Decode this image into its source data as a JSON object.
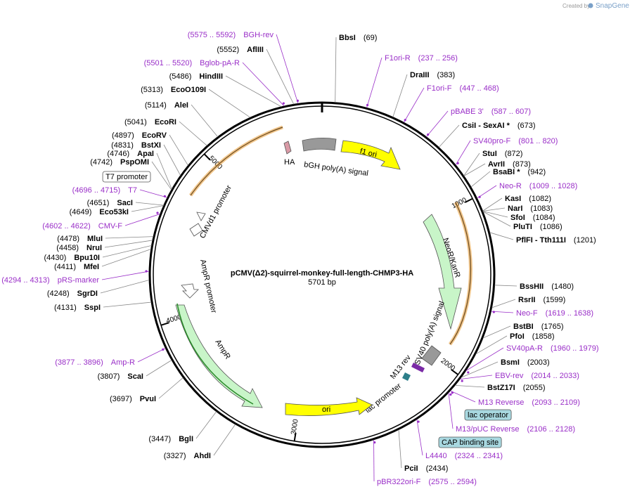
{
  "header": {
    "created_by": "Created by",
    "brand": "SnapGene"
  },
  "plasmid": {
    "name": "pCMV(Δ2)-squirrel-monkey-full-length-CHMP3-HA",
    "size": "5701 bp",
    "length": 5701
  },
  "ticks": [
    {
      "pos": 1000,
      "label": "1000"
    },
    {
      "pos": 2000,
      "label": "2000"
    },
    {
      "pos": 3000,
      "label": "3000"
    },
    {
      "pos": 4000,
      "label": "4000"
    },
    {
      "pos": 5000,
      "label": "5000"
    }
  ],
  "features": [
    {
      "id": "ha",
      "label": "HA"
    },
    {
      "id": "bgh",
      "label": "bGH poly(A) signal"
    },
    {
      "id": "f1ori",
      "label": "f1 ori"
    },
    {
      "id": "neor",
      "label": "NeoR/KanR"
    },
    {
      "id": "sv40pa",
      "label": "SV40 poly(A) signal"
    },
    {
      "id": "m13rev",
      "label": "M13 rev"
    },
    {
      "id": "lacprom",
      "label": "lac promoter"
    },
    {
      "id": "ori",
      "label": "ori"
    },
    {
      "id": "ampr",
      "label": "AmpR"
    },
    {
      "id": "amprprom",
      "label": "AmpR promoter"
    },
    {
      "id": "cmvd1",
      "label": "CMVd1 promoter"
    }
  ],
  "labels": [
    {
      "id": "bbsi",
      "name": "BbsI",
      "pos": "(69)",
      "kind": "enzyme"
    },
    {
      "id": "f1orir",
      "name": "F1ori-R",
      "pos": "(237 .. 256)",
      "kind": "primer"
    },
    {
      "id": "draiii",
      "name": "DraIII",
      "pos": "(383)",
      "kind": "enzyme"
    },
    {
      "id": "f1orif",
      "name": "F1ori-F",
      "pos": "(447 .. 468)",
      "kind": "primer"
    },
    {
      "id": "pbabe",
      "name": "pBABE 3'",
      "pos": "(587 .. 607)",
      "kind": "primer"
    },
    {
      "id": "csii",
      "name": "CsiI",
      "suffix": "- SexAI *",
      "pos": "(673)",
      "kind": "enzyme"
    },
    {
      "id": "sv40prof",
      "name": "SV40pro-F",
      "pos": "(801 .. 820)",
      "kind": "primer"
    },
    {
      "id": "stui",
      "name": "StuI",
      "pos": "(872)",
      "kind": "enzyme"
    },
    {
      "id": "avrii",
      "name": "AvrII",
      "pos": "(873)",
      "kind": "enzyme"
    },
    {
      "id": "bsabi",
      "name": "BsaBI *",
      "pos": "(942)",
      "kind": "enzyme"
    },
    {
      "id": "neor_p",
      "name": "Neo-R",
      "pos": "(1009 .. 1028)",
      "kind": "primer"
    },
    {
      "id": "kasi",
      "name": "KasI",
      "pos": "(1082)",
      "kind": "enzyme"
    },
    {
      "id": "nari",
      "name": "NarI",
      "pos": "(1083)",
      "kind": "enzyme"
    },
    {
      "id": "sfoi",
      "name": "SfoI",
      "pos": "(1084)",
      "kind": "enzyme"
    },
    {
      "id": "plutI",
      "name": "PluTI",
      "pos": "(1086)",
      "kind": "enzyme"
    },
    {
      "id": "pflfi",
      "name": "PflFI",
      "suffix": "- Tth111I",
      "pos": "(1201)",
      "kind": "enzyme"
    },
    {
      "id": "bsshii",
      "name": "BssHII",
      "pos": "(1480)",
      "kind": "enzyme"
    },
    {
      "id": "rsrii",
      "name": "RsrII",
      "pos": "(1599)",
      "kind": "enzyme"
    },
    {
      "id": "neof",
      "name": "Neo-F",
      "pos": "(1619 .. 1638)",
      "kind": "primer"
    },
    {
      "id": "bstbi",
      "name": "BstBI",
      "pos": "(1765)",
      "kind": "enzyme"
    },
    {
      "id": "pfoi",
      "name": "PfoI",
      "pos": "(1858)",
      "kind": "enzyme"
    },
    {
      "id": "sv40par",
      "name": "SV40pA-R",
      "pos": "(1960 .. 1979)",
      "kind": "primer"
    },
    {
      "id": "bsmi",
      "name": "BsmI",
      "pos": "(2003)",
      "kind": "enzyme"
    },
    {
      "id": "ebvrev",
      "name": "EBV-rev",
      "pos": "(2014 .. 2033)",
      "kind": "primer"
    },
    {
      "id": "bstz17i",
      "name": "BstZ17I",
      "pos": "(2055)",
      "kind": "enzyme"
    },
    {
      "id": "m13reverse",
      "name": "M13 Reverse",
      "pos": "(2093 .. 2109)",
      "kind": "primer"
    },
    {
      "id": "lacop",
      "name": "lac operator",
      "pos": "",
      "kind": "boxed"
    },
    {
      "id": "m13puc",
      "name": "M13/pUC Reverse",
      "pos": "(2106 .. 2128)",
      "kind": "primer"
    },
    {
      "id": "cap",
      "name": "CAP binding site",
      "pos": "",
      "kind": "boxed"
    },
    {
      "id": "l4440",
      "name": "L4440",
      "pos": "(2324 .. 2341)",
      "kind": "primer"
    },
    {
      "id": "pcii",
      "name": "PciI",
      "pos": "(2434)",
      "kind": "enzyme"
    },
    {
      "id": "pbr322",
      "name": "pBR322ori-F",
      "pos": "(2575 .. 2594)",
      "kind": "primer"
    },
    {
      "id": "ahdi",
      "name": "AhdI",
      "pos": "(3327)",
      "kind": "enzyme"
    },
    {
      "id": "bgli",
      "name": "BglI",
      "pos": "(3447)",
      "kind": "enzyme"
    },
    {
      "id": "pvui",
      "name": "PvuI",
      "pos": "(3697)",
      "kind": "enzyme"
    },
    {
      "id": "scai",
      "name": "ScaI",
      "pos": "(3807)",
      "kind": "enzyme"
    },
    {
      "id": "ampr_p",
      "name": "Amp-R",
      "pos": "(3877 .. 3896)",
      "kind": "primer"
    },
    {
      "id": "sspi",
      "name": "SspI",
      "pos": "(4131)",
      "kind": "enzyme"
    },
    {
      "id": "sgrdi",
      "name": "SgrDI",
      "pos": "(4248)",
      "kind": "enzyme"
    },
    {
      "id": "prs",
      "name": "pRS-marker",
      "pos": "(4294 .. 4313)",
      "kind": "primer"
    },
    {
      "id": "mfei",
      "name": "MfeI",
      "pos": "(4411)",
      "kind": "enzyme"
    },
    {
      "id": "bpu10i",
      "name": "Bpu10I",
      "pos": "(4430)",
      "kind": "enzyme"
    },
    {
      "id": "nrui",
      "name": "NruI",
      "pos": "(4458)",
      "kind": "enzyme"
    },
    {
      "id": "mlui",
      "name": "MluI",
      "pos": "(4478)",
      "kind": "enzyme"
    },
    {
      "id": "cmvf",
      "name": "CMV-F",
      "pos": "(4602 .. 4622)",
      "kind": "primer"
    },
    {
      "id": "eco53ki",
      "name": "Eco53kI",
      "pos": "(4649)",
      "kind": "enzyme"
    },
    {
      "id": "saci",
      "name": "SacI",
      "pos": "(4651)",
      "kind": "enzyme"
    },
    {
      "id": "t7",
      "name": "T7",
      "pos": "(4696 .. 4715)",
      "kind": "primer"
    },
    {
      "id": "t7prom",
      "name": "T7 promoter",
      "pos": "",
      "kind": "boxed"
    },
    {
      "id": "pspomi",
      "name": "PspOMI",
      "pos": "(4742)",
      "kind": "enzyme"
    },
    {
      "id": "apai",
      "name": "ApaI",
      "pos": "(4746)",
      "kind": "enzyme"
    },
    {
      "id": "bstxi",
      "name": "BstXI",
      "pos": "(4831)",
      "kind": "enzyme"
    },
    {
      "id": "ecorv",
      "name": "EcoRV",
      "pos": "(4897)",
      "kind": "enzyme"
    },
    {
      "id": "ecori",
      "name": "EcoRI",
      "pos": "(5041)",
      "kind": "enzyme"
    },
    {
      "id": "alei",
      "name": "AleI",
      "pos": "(5114)",
      "kind": "enzyme"
    },
    {
      "id": "eco0109i",
      "name": "EcoO109I",
      "pos": "(5313)",
      "kind": "enzyme"
    },
    {
      "id": "hindiii",
      "name": "HindIII",
      "pos": "(5486)",
      "kind": "enzyme"
    },
    {
      "id": "bglob",
      "name": "Bglob-pA-R",
      "pos": "(5501 .. 5520)",
      "kind": "primer"
    },
    {
      "id": "aflii",
      "name": "AflIII",
      "pos": "(5552)",
      "kind": "enzyme"
    },
    {
      "id": "bghrev",
      "name": "BGH-rev",
      "pos": "(5575 .. 5592)",
      "kind": "primer"
    }
  ],
  "colors": {
    "enzyme": "#000000",
    "primer": "#9a2fc8",
    "line": "#888888",
    "backbone": "#000000",
    "yellow": "#ffff00",
    "green_light": "#c8f5c8",
    "orange": "#e8a040"
  }
}
